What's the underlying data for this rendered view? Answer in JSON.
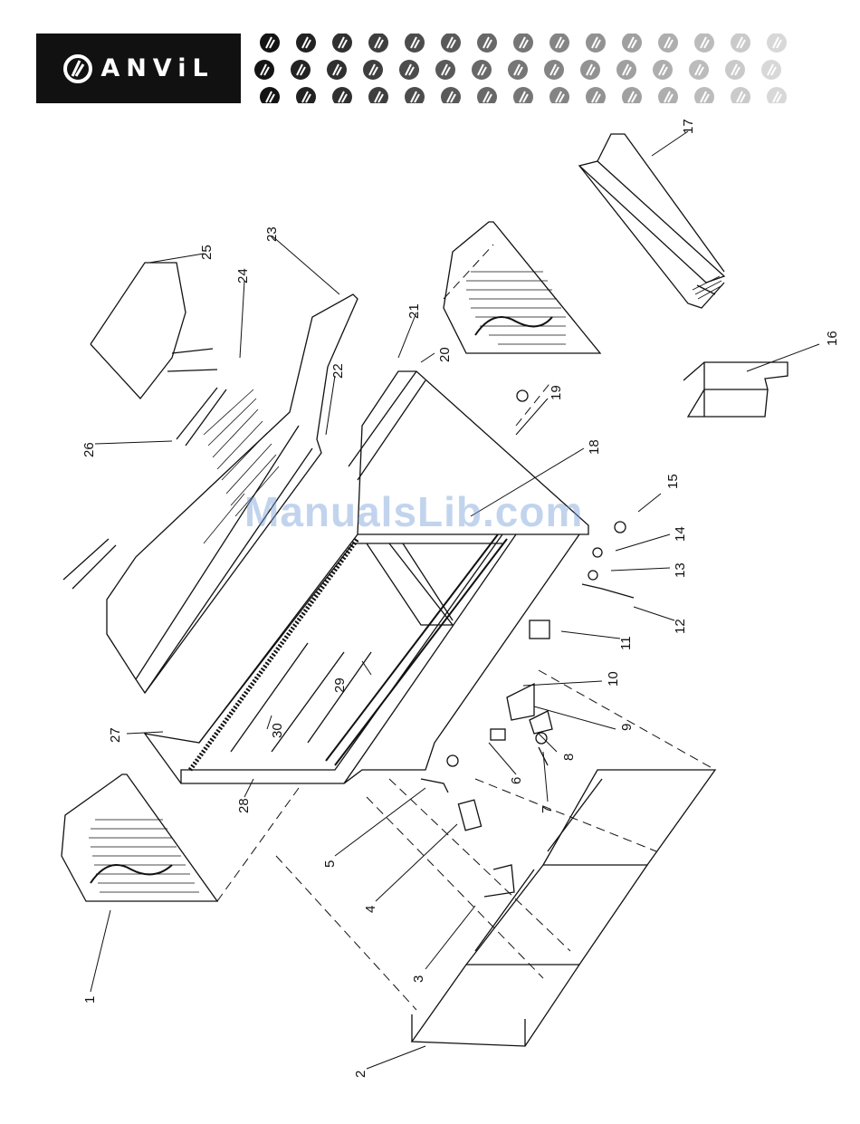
{
  "brand": {
    "name": "ANViL",
    "logo_icon": "anvil-logo-icon",
    "header_bg": "#111111"
  },
  "watermark": {
    "text": "ManualsLib.com",
    "color": "#a6c1e8"
  },
  "callouts": [
    "1",
    "2",
    "3",
    "4",
    "5",
    "6",
    "7",
    "8",
    "9",
    "10",
    "11",
    "12",
    "13",
    "14",
    "15",
    "16",
    "17",
    "18",
    "19",
    "20",
    "21",
    "22",
    "23",
    "24",
    "25",
    "26",
    "27",
    "28",
    "29",
    "30"
  ]
}
